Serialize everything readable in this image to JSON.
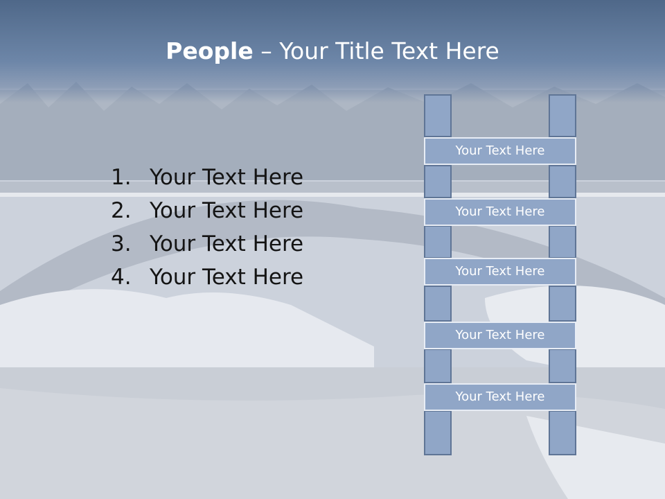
{
  "title": {
    "bold": "People",
    "rest": " – Your Title Text Here"
  },
  "list": [
    {
      "num": "1.",
      "text": "Your Text Here"
    },
    {
      "num": "2.",
      "text": "Your Text Here"
    },
    {
      "num": "3.",
      "text": "Your Text Here"
    },
    {
      "num": "4.",
      "text": "Your Text Here"
    }
  ],
  "ladder_rungs": [
    "Your Text Here",
    "Your Text Here",
    "Your Text Here",
    "Your Text Here",
    "Your Text Here"
  ],
  "colors": {
    "title_bar": "#5f7a9c",
    "ladder_fill": "#90a6c7",
    "ladder_border": "#5f7596"
  }
}
